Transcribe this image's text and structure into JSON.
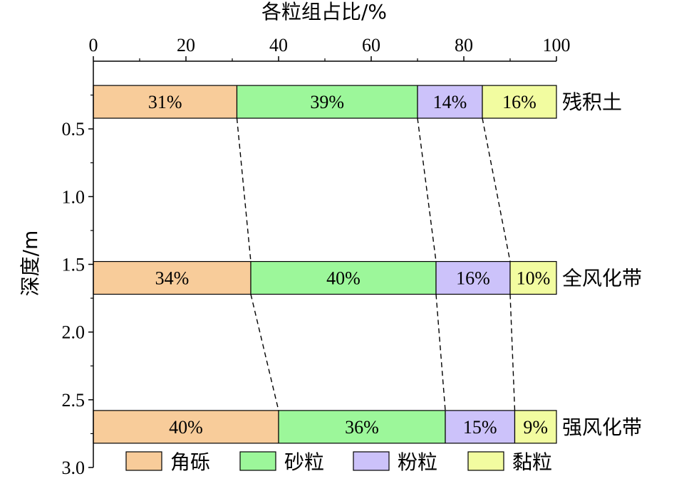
{
  "chart_data": {
    "type": "bar",
    "orientation": "horizontal-stacked",
    "xlabel": "各粒组占比/%",
    "ylabel": "深度/m",
    "xlim": [
      0,
      100
    ],
    "ylim": [
      3.0,
      0.0
    ],
    "x_ticks": [
      "0",
      "20",
      "40",
      "60",
      "80",
      "100"
    ],
    "y_ticks": [
      "0.5",
      "1.0",
      "1.5",
      "2.0",
      "2.5",
      "3.0"
    ],
    "categories": [
      "残积土",
      "全风化带",
      "强风化带"
    ],
    "depths": [
      0.3,
      1.6,
      2.7
    ],
    "series": [
      {
        "name": "角砾",
        "color": "#F8CC9A",
        "values": [
          31,
          34,
          40
        ]
      },
      {
        "name": "砂粒",
        "color": "#9CF79A",
        "values": [
          39,
          40,
          36
        ]
      },
      {
        "name": "粉粒",
        "color": "#CCC2FA",
        "values": [
          14,
          16,
          15
        ]
      },
      {
        "name": "黏粒",
        "color": "#F2FCA0",
        "values": [
          16,
          10,
          9
        ]
      }
    ],
    "connector_lines": "dashed",
    "legend_position": "bottom"
  }
}
